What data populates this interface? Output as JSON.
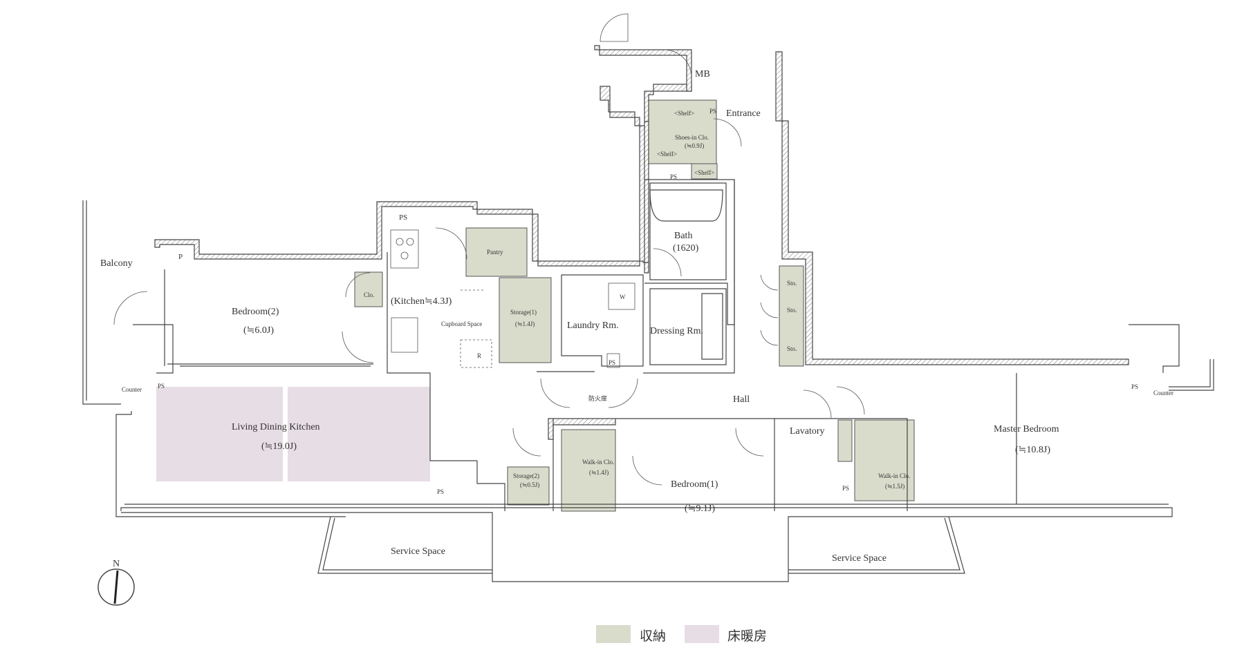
{
  "rooms": {
    "balcony": "Balcony",
    "p": "P",
    "ps_kitchen": "PS",
    "bedroom2": "Bedroom(2)",
    "bedroom2_area": "(≒6.0J)",
    "clo": "Clo.",
    "kitchen": "(Kitchen≒4.3J)",
    "cupboard": "Cupboard Space",
    "r": "R",
    "pantry": "Pantry",
    "storage1": "Storage(1)",
    "storage1_area": "(≒1.4J)",
    "counter_left": "Counter",
    "ps_left": "PS",
    "ldk": "Living Dining Kitchen",
    "ldk_area": "(≒19.0J)",
    "ps_service_left": "PS",
    "service_left": "Service Space",
    "storage2": "Storage(2)",
    "storage2_area": "(≒0.5J)",
    "walkin1": "Walk-in Clo.",
    "walkin1_area": "(≒1.4J)",
    "bedroom1": "Bedroom(1)",
    "bedroom1_area": "(≒9.1J)",
    "fire_door": "防火扉",
    "laundry": "Laundry Rm.",
    "w": "W",
    "ps_laundry": "PS",
    "dressing": "Dressing Rm.",
    "bath": "Bath",
    "bath_size": "(1620)",
    "mb": "MB",
    "shelf_top": "<Shelf>",
    "ps_entrance": "PS",
    "entrance": "Entrance",
    "shoes": "Shoes-in Clo.",
    "shoes_area": "(≒0.9J)",
    "shelf_mid": "<Shelf>",
    "ps_shoes": "PS",
    "shelf_bottom": "<Shelf>",
    "sto1": "Sto.",
    "sto2": "Sto.",
    "sto3": "Sto.",
    "hall": "Hall",
    "lavatory": "Lavatory",
    "walkin2": "Walk-in Clo.",
    "walkin2_area": "(≒1.5J)",
    "ps_right": "PS",
    "master": "Master Bedroom",
    "master_area": "(≒10.8J)",
    "ps_master": "PS",
    "counter_right": "Counter",
    "service_right": "Service Space",
    "north": "N"
  },
  "legend": {
    "storage_label": "収納",
    "storage_color": "#d9dccb",
    "heating_label": "床暖房",
    "heating_color": "#e6dde5"
  }
}
